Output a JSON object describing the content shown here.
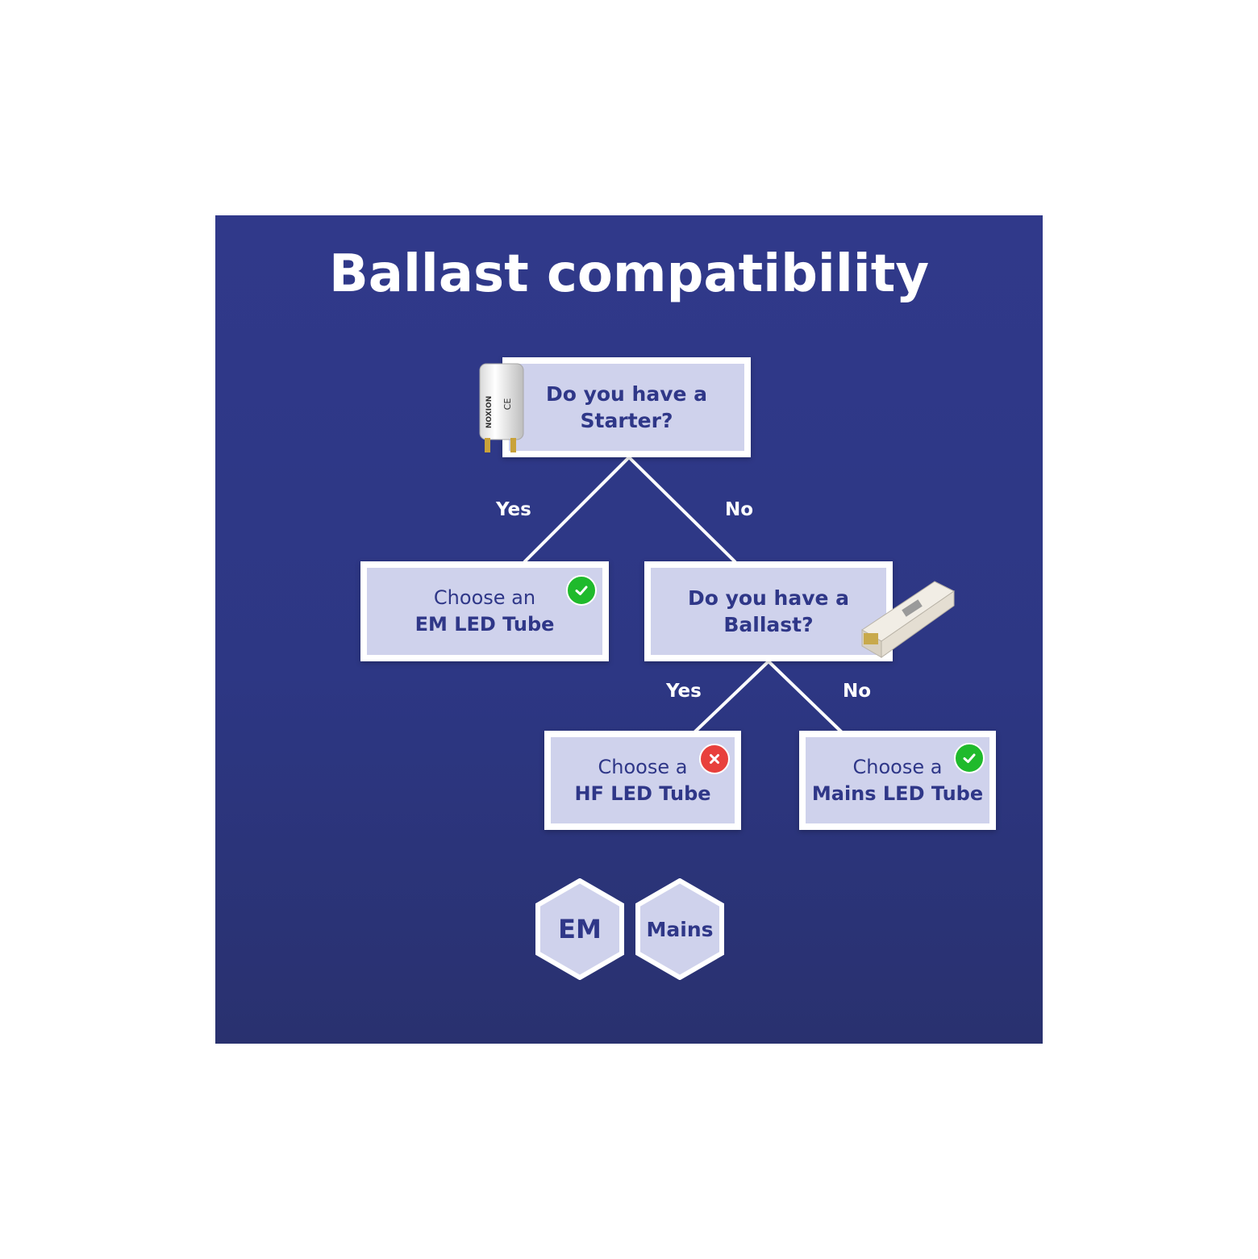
{
  "title": "Ballast compatibility",
  "nodes": {
    "starter_question": {
      "line1": "Do you have a",
      "line2": "Starter?"
    },
    "em_answer": {
      "line1": "Choose an",
      "line2": "EM LED Tube",
      "status": "check"
    },
    "ballast_question": {
      "line1": "Do you have a",
      "line2": "Ballast?"
    },
    "hf_answer": {
      "line1": "Choose a",
      "line2": "HF LED Tube",
      "status": "cross"
    },
    "mains_answer": {
      "line1": "Choose a",
      "line2": "Mains LED Tube",
      "status": "check"
    }
  },
  "edges": {
    "starter_yes": "Yes",
    "starter_no": "No",
    "ballast_yes": "Yes",
    "ballast_no": "No"
  },
  "hexagons": [
    {
      "label": "EM"
    },
    {
      "label": "Mains"
    }
  ],
  "starter_image": {
    "brand": "NOXION",
    "mark": "CE"
  },
  "colors": {
    "background": "#2f3788",
    "box_fill": "#cfd2ec",
    "text": "#2f3788",
    "check": "#1fba2c",
    "cross": "#e8403c"
  }
}
